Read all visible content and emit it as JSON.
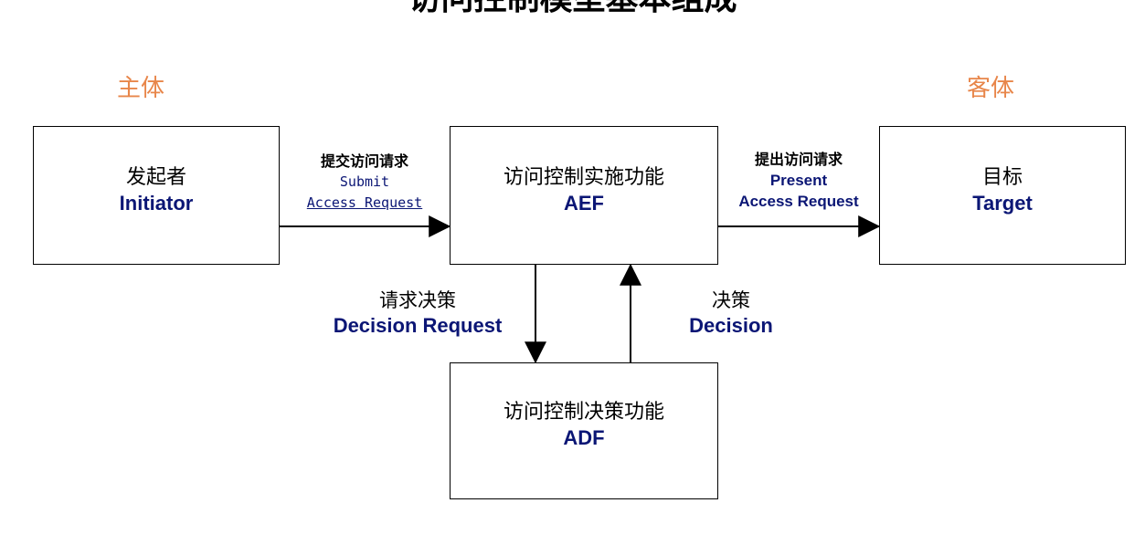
{
  "title": "访问控制模型基本组成",
  "colors": {
    "role_label": "#e8864a",
    "english_text": "#0b1675",
    "line": "#000000"
  },
  "roles": {
    "subject": "主体",
    "object": "客体"
  },
  "nodes": {
    "initiator": {
      "zh": "发起者",
      "en": "Initiator"
    },
    "aef": {
      "zh": "访问控制实施功能",
      "en": "AEF"
    },
    "target": {
      "zh": "目标",
      "en": "Target"
    },
    "adf": {
      "zh": "访问控制决策功能",
      "en": "ADF"
    }
  },
  "edges": {
    "submit": {
      "zh": "提交访问请求",
      "en_line1": "Submit",
      "en_line2": "Access Request"
    },
    "present": {
      "zh": "提出访问请求",
      "en_line1": "Present",
      "en_line2": "Access Request"
    },
    "decision_request": {
      "zh": "请求决策",
      "en": "Decision Request"
    },
    "decision": {
      "zh": "决策",
      "en": "Decision"
    }
  }
}
